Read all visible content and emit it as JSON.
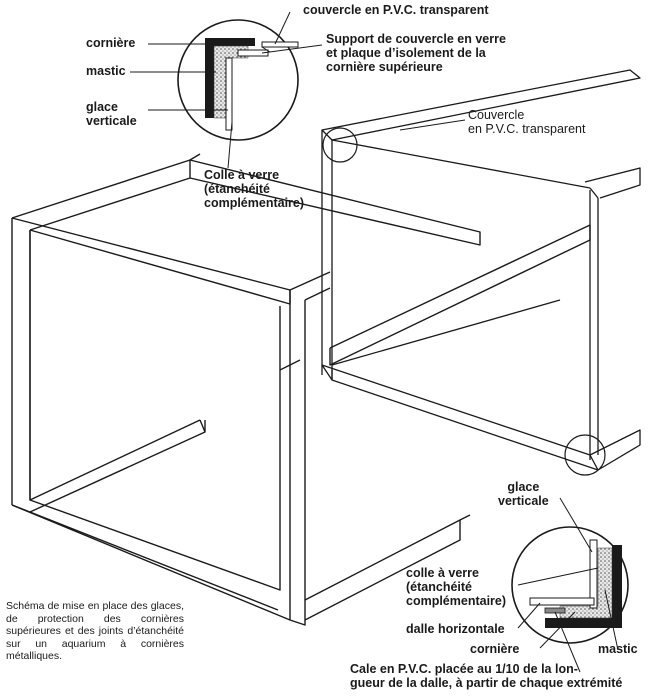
{
  "labels": {
    "couvercle_top": "couvercle en P.V.C. transparent",
    "corniere_top": "cornière",
    "mastic_top": "mastic",
    "glace_verticale_top": [
      "glace",
      "verticale"
    ],
    "support": [
      "Support de couvercle en verre",
      "et plaque d’isolement de la",
      "cornière supérieure"
    ],
    "couvercle_mid": [
      "Couvercle",
      "en P.V.C. transparent"
    ],
    "colle_top": [
      "Colle à verre",
      "(étanchéité",
      "complémentaire)"
    ],
    "glace_verticale_bottom": [
      "glace",
      "verticale"
    ],
    "colle_bottom": [
      "colle à verre",
      "(étanchéité",
      "complémentaire)"
    ],
    "dalle_horizontale": "dalle horizontale",
    "corniere_bottom": "cornière",
    "mastic_bottom": "mastic",
    "cale": [
      "Cale en P.V.C. placée au 1/10 de la lon-",
      "gueur de la dalle, à partir de chaque extrémité"
    ]
  },
  "caption": "Schéma de mise en place des glaces, de protection des cornières supérieures et des joints d’étanchéité sur un aquarium à cornières métalliques."
}
